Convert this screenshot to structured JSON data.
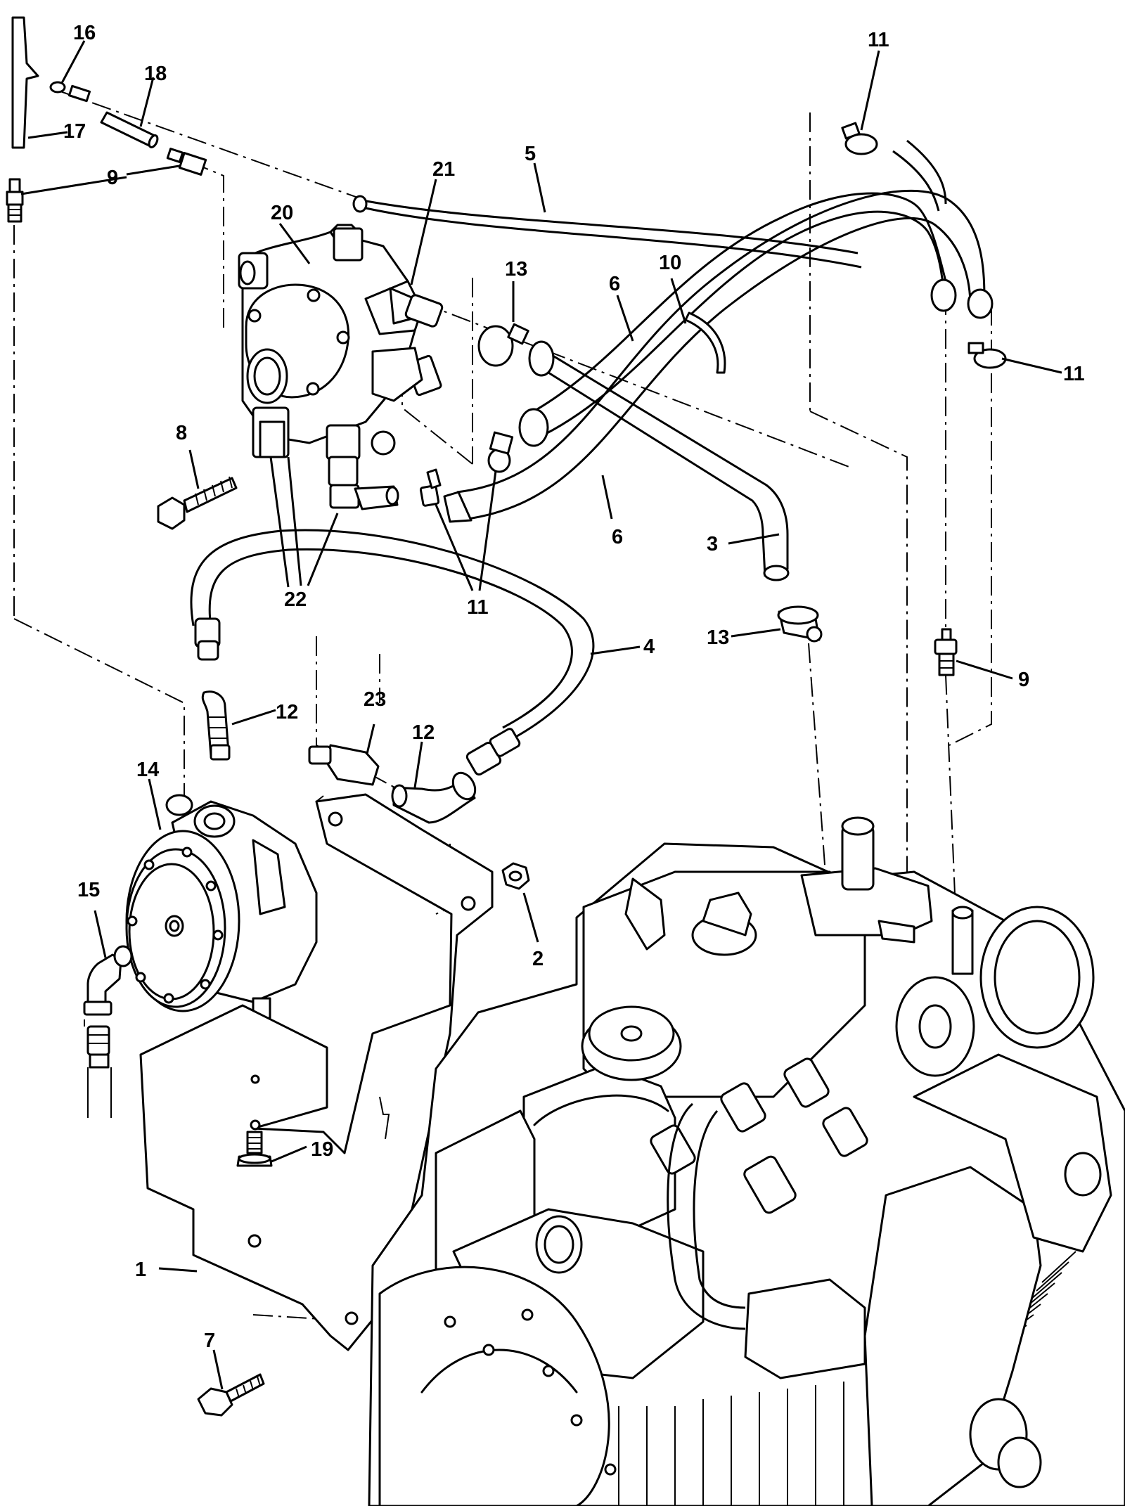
{
  "callouts": [
    {
      "label": "16"
    },
    {
      "label": "18"
    },
    {
      "label": "17"
    },
    {
      "label": "9"
    },
    {
      "label": "11"
    },
    {
      "label": "5"
    },
    {
      "label": "21"
    },
    {
      "label": "20"
    },
    {
      "label": "13"
    },
    {
      "label": "6"
    },
    {
      "label": "10"
    },
    {
      "label": "11"
    },
    {
      "label": "8"
    },
    {
      "label": "6"
    },
    {
      "label": "3"
    },
    {
      "label": "22"
    },
    {
      "label": "11"
    },
    {
      "label": "13"
    },
    {
      "label": "4"
    },
    {
      "label": "9"
    },
    {
      "label": "12"
    },
    {
      "label": "23"
    },
    {
      "label": "12"
    },
    {
      "label": "14"
    },
    {
      "label": "15"
    },
    {
      "label": "2"
    },
    {
      "label": "19"
    },
    {
      "label": "1"
    },
    {
      "label": "7"
    }
  ]
}
